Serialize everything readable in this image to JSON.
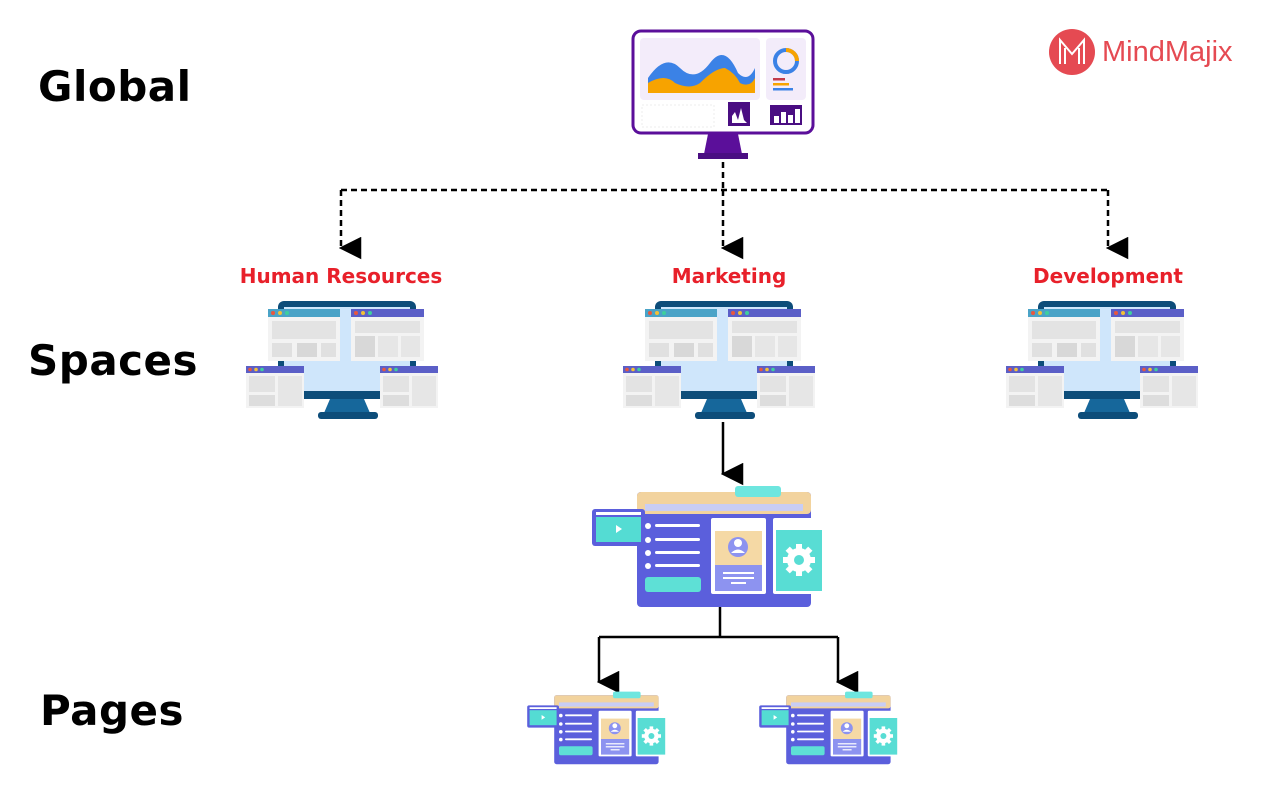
{
  "levels": {
    "global": "Global",
    "spaces": "Spaces",
    "pages": "Pages"
  },
  "spaces": [
    {
      "label": "Human Resources"
    },
    {
      "label": "Marketing"
    },
    {
      "label": "Development"
    }
  ],
  "logo": {
    "text": "MindMajix"
  },
  "colors": {
    "space_label": "#e8202a",
    "logo": "#e54a52",
    "accent_purple": "#5b0f9a",
    "page_blue": "#5b5fdc"
  }
}
